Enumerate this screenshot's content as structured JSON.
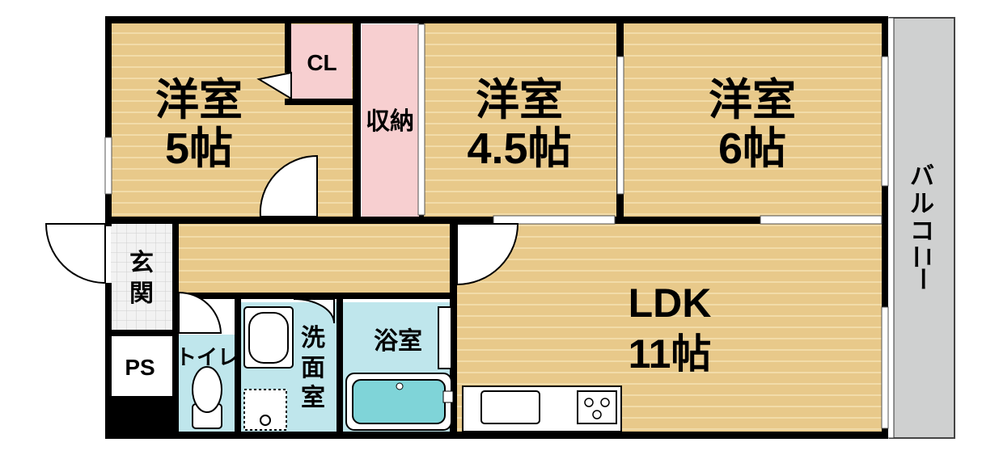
{
  "colors": {
    "wall": "#000000",
    "floor_wood": "#e8c98a",
    "floor_line": "#f2dca9",
    "closet_pink": "#f7cfd0",
    "wet_area": "#bfe6ec",
    "bath_water": "#7fd4d8",
    "balcony": "#cfd0d0",
    "entrance_tile": "#ececec"
  },
  "rooms": {
    "western_5": {
      "name": "洋室",
      "size": "5帖"
    },
    "western_45": {
      "name": "洋室",
      "size": "4.5帖"
    },
    "western_6": {
      "name": "洋室",
      "size": "6帖"
    },
    "ldk": {
      "name": "LDK",
      "size": "11帖"
    },
    "closet": {
      "label": "CL"
    },
    "storage": {
      "label": "収納"
    },
    "entrance": {
      "label_1": "玄",
      "label_2": "関"
    },
    "ps": {
      "label": "PS"
    },
    "toilet": {
      "label": "トイレ"
    },
    "washroom": {
      "label_1": "洗",
      "label_2": "面",
      "label_3": "室"
    },
    "bathroom": {
      "label": "浴室"
    },
    "balcony": {
      "label_1": "バ",
      "label_2": "ル",
      "label_3": "コ",
      "label_4": "ニ",
      "label_5": "ー"
    }
  },
  "icons": {
    "door": "door-swing-icon",
    "toilet": "toilet-icon",
    "bathtub": "bathtub-icon",
    "sink": "sink-icon",
    "stove": "stove-icon",
    "washer": "washer-icon"
  }
}
